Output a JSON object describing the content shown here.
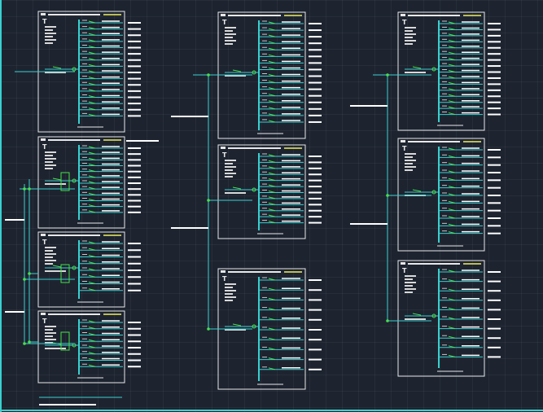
{
  "colors": {
    "background": "#1d2430",
    "panel_border": "#e8e8e8",
    "bus": "#39d0d0",
    "breaker": "#49e04a",
    "feeder": "#ffffff"
  },
  "symbols": {
    "panel_mark": "T"
  },
  "panels": [
    {
      "feeders": 16
    },
    {
      "feeders": 12
    },
    {
      "feeders": 8
    },
    {
      "feeders": 8
    },
    {
      "feeders": 16
    },
    {
      "feeders": 12
    },
    {
      "feeders": 10
    },
    {
      "feeders": 16
    },
    {
      "feeders": 12
    },
    {
      "feeders": 10
    }
  ]
}
